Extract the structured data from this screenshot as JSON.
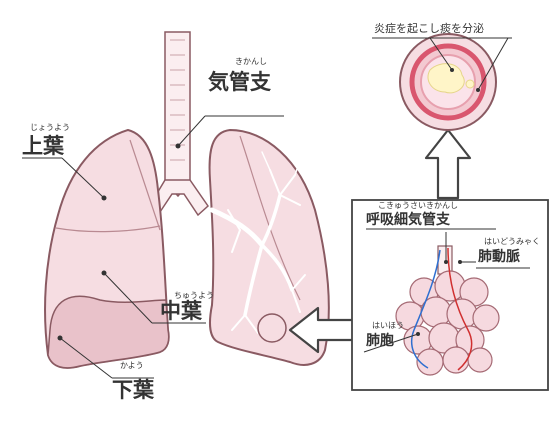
{
  "labels": {
    "bronchus": {
      "ruby": "きかんし",
      "text": "気管支"
    },
    "upper_lobe": {
      "ruby": "じょうよう",
      "text": "上葉"
    },
    "middle_lobe": {
      "ruby": "ちゅうよう",
      "text": "中葉"
    },
    "lower_lobe": {
      "ruby": "かよう",
      "text": "下葉"
    },
    "bronchiole": {
      "ruby": "こきゅうさいきかんし",
      "text": "呼吸細気管支"
    },
    "pulmonary_artery": {
      "ruby": "はいどうみゃく",
      "text": "肺動脈"
    },
    "alveoli": {
      "ruby": "はいほう",
      "text": "肺胞"
    },
    "inflammation": {
      "text": "炎症を起こし痰を分泌"
    }
  },
  "colors": {
    "lung_fill": "#f6dde2",
    "lung_stroke": "#8a5a62",
    "lower_lobe_fill": "#e9c2ca",
    "bronchus_fill": "#fbeef0",
    "inflamed_ring": "#d9566e",
    "mucus": "#fff5c8",
    "vessel_red": "#d03030",
    "vessel_blue": "#2f6fd0"
  }
}
